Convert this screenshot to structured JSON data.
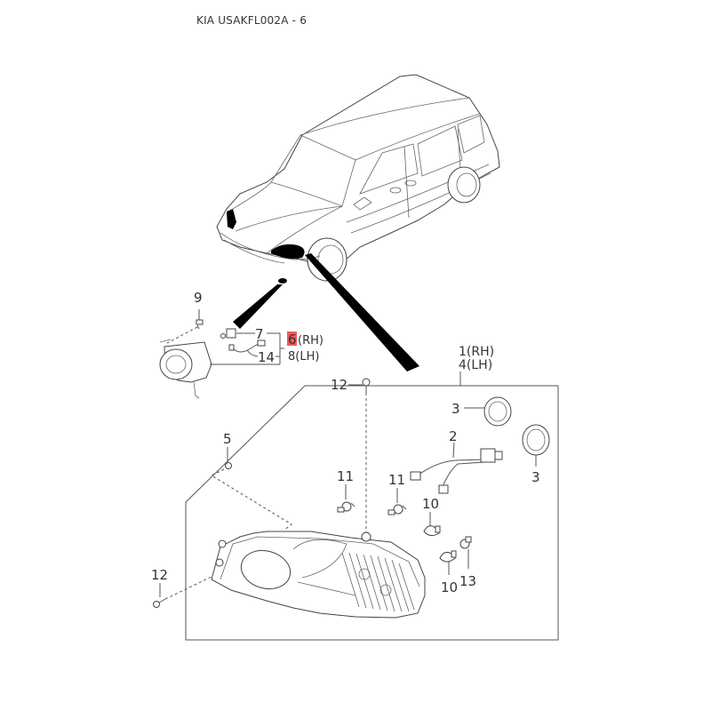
{
  "title": "KIA USAKFL002A - 6",
  "highlight_color": "#f03c3c",
  "callouts": {
    "c9": "9",
    "c7": "7",
    "c14": "14",
    "c6_num": "6",
    "c6_side": "(RH)",
    "c8": "8(LH)",
    "c1": "1(RH)",
    "c4": "4(LH)",
    "c12_top": "12",
    "c3_left": "3",
    "c3_right": "3",
    "c2": "2",
    "c5": "5",
    "c11_left": "11",
    "c11_right": "11",
    "c10_top": "10",
    "c10_bottom": "10",
    "c13": "13",
    "c12_bottom": "12"
  },
  "parts": [
    {
      "ref": "1",
      "side": "RH",
      "name": "headlamp-assembly"
    },
    {
      "ref": "4",
      "side": "LH",
      "name": "headlamp-assembly"
    },
    {
      "ref": "2",
      "name": "wiring-harness"
    },
    {
      "ref": "3",
      "name": "bulb-cap"
    },
    {
      "ref": "5",
      "name": "nut"
    },
    {
      "ref": "6",
      "side": "RH",
      "name": "fog-lamp-assembly",
      "highlighted": true
    },
    {
      "ref": "8",
      "side": "LH",
      "name": "fog-lamp-assembly"
    },
    {
      "ref": "7",
      "name": "fog-lamp-bulb"
    },
    {
      "ref": "9",
      "name": "screw"
    },
    {
      "ref": "10",
      "name": "bulb"
    },
    {
      "ref": "11",
      "name": "headlamp-bulb"
    },
    {
      "ref": "12",
      "name": "bolt"
    },
    {
      "ref": "13",
      "name": "socket"
    },
    {
      "ref": "14",
      "name": "fog-lamp-wiring"
    }
  ]
}
